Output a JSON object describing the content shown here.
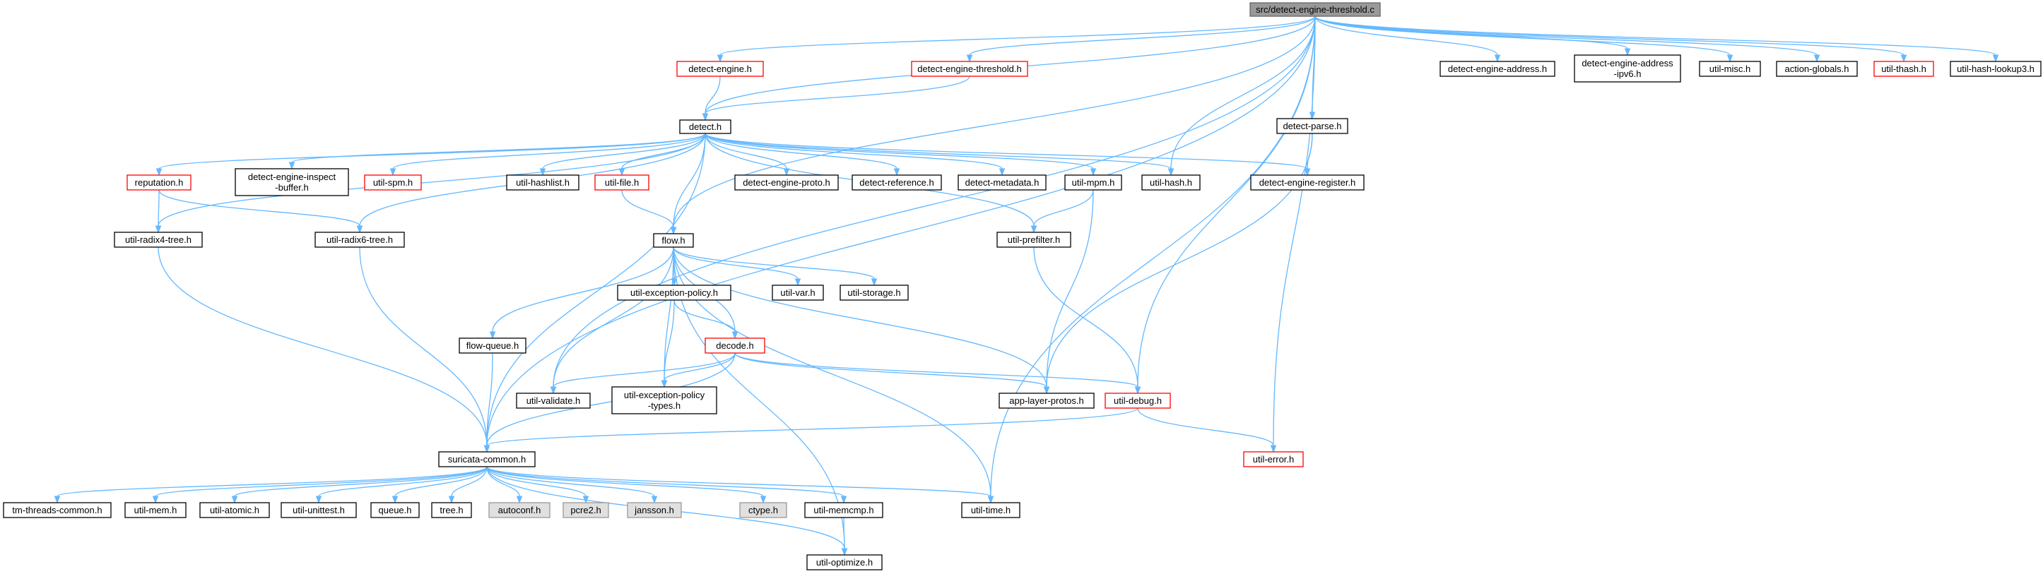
{
  "colors": {
    "edge": "#63b8ff",
    "root_fill": "#999999",
    "root_border": "#666666",
    "normal_border": "#000000",
    "red_border": "#ff0000",
    "missing_fill": "#e0e0e0",
    "missing_border": "#999999"
  },
  "nodes": [
    {
      "id": "root",
      "label": "src/detect-engine-threshold.c",
      "style": "root"
    },
    {
      "id": "detect_engine_h",
      "label": "detect-engine.h",
      "style": "red"
    },
    {
      "id": "detect_engine_threshold_h",
      "label": "detect-engine-threshold.h",
      "style": "red"
    },
    {
      "id": "detect_engine_address_h",
      "label": "detect-engine-address.h",
      "style": "normal"
    },
    {
      "id": "detect_engine_address_ipv6_h",
      "label": "detect-engine-address\n-ipv6.h",
      "style": "normal"
    },
    {
      "id": "util_misc_h",
      "label": "util-misc.h",
      "style": "normal"
    },
    {
      "id": "action_globals_h",
      "label": "action-globals.h",
      "style": "normal"
    },
    {
      "id": "util_thash_h",
      "label": "util-thash.h",
      "style": "red"
    },
    {
      "id": "util_hash_lookup3_h",
      "label": "util-hash-lookup3.h",
      "style": "normal"
    },
    {
      "id": "detect_h",
      "label": "detect.h",
      "style": "normal"
    },
    {
      "id": "detect_parse_h",
      "label": "detect-parse.h",
      "style": "normal"
    },
    {
      "id": "reputation_h",
      "label": "reputation.h",
      "style": "red"
    },
    {
      "id": "detect_engine_inspect_buffer_h",
      "label": "detect-engine-inspect\n-buffer.h",
      "style": "normal"
    },
    {
      "id": "util_spm_h",
      "label": "util-spm.h",
      "style": "red"
    },
    {
      "id": "util_hashlist_h",
      "label": "util-hashlist.h",
      "style": "normal"
    },
    {
      "id": "util_file_h",
      "label": "util-file.h",
      "style": "red"
    },
    {
      "id": "detect_engine_proto_h",
      "label": "detect-engine-proto.h",
      "style": "normal"
    },
    {
      "id": "detect_reference_h",
      "label": "detect-reference.h",
      "style": "normal"
    },
    {
      "id": "detect_metadata_h",
      "label": "detect-metadata.h",
      "style": "normal"
    },
    {
      "id": "util_mpm_h",
      "label": "util-mpm.h",
      "style": "normal"
    },
    {
      "id": "util_hash_h",
      "label": "util-hash.h",
      "style": "normal"
    },
    {
      "id": "detect_engine_register_h",
      "label": "detect-engine-register.h",
      "style": "normal"
    },
    {
      "id": "util_radix4_tree_h",
      "label": "util-radix4-tree.h",
      "style": "normal"
    },
    {
      "id": "util_radix6_tree_h",
      "label": "util-radix6-tree.h",
      "style": "normal"
    },
    {
      "id": "flow_h",
      "label": "flow.h",
      "style": "normal"
    },
    {
      "id": "util_prefilter_h",
      "label": "util-prefilter.h",
      "style": "normal"
    },
    {
      "id": "util_exception_policy_h",
      "label": "util-exception-policy.h",
      "style": "normal"
    },
    {
      "id": "util_var_h",
      "label": "util-var.h",
      "style": "normal"
    },
    {
      "id": "util_storage_h",
      "label": "util-storage.h",
      "style": "normal"
    },
    {
      "id": "flow_queue_h",
      "label": "flow-queue.h",
      "style": "normal"
    },
    {
      "id": "decode_h",
      "label": "decode.h",
      "style": "red"
    },
    {
      "id": "util_validate_h",
      "label": "util-validate.h",
      "style": "normal"
    },
    {
      "id": "util_exception_policy_types_h",
      "label": "util-exception-policy\n-types.h",
      "style": "normal"
    },
    {
      "id": "app_layer_protos_h",
      "label": "app-layer-protos.h",
      "style": "normal"
    },
    {
      "id": "util_debug_h",
      "label": "util-debug.h",
      "style": "red"
    },
    {
      "id": "util_error_h",
      "label": "util-error.h",
      "style": "red"
    },
    {
      "id": "suricata_common_h",
      "label": "suricata-common.h",
      "style": "normal"
    },
    {
      "id": "tm_threads_common_h",
      "label": "tm-threads-common.h",
      "style": "normal"
    },
    {
      "id": "util_mem_h",
      "label": "util-mem.h",
      "style": "normal"
    },
    {
      "id": "util_atomic_h",
      "label": "util-atomic.h",
      "style": "normal"
    },
    {
      "id": "util_unittest_h",
      "label": "util-unittest.h",
      "style": "normal"
    },
    {
      "id": "queue_h",
      "label": "queue.h",
      "style": "normal"
    },
    {
      "id": "tree_h",
      "label": "tree.h",
      "style": "normal"
    },
    {
      "id": "autoconf_h",
      "label": "autoconf.h",
      "style": "missing"
    },
    {
      "id": "pcre2_h",
      "label": "pcre2.h",
      "style": "missing"
    },
    {
      "id": "jansson_h",
      "label": "jansson.h",
      "style": "missing"
    },
    {
      "id": "ctype_h",
      "label": "ctype.h",
      "style": "missing"
    },
    {
      "id": "util_memcmp_h",
      "label": "util-memcmp.h",
      "style": "normal"
    },
    {
      "id": "util_time_h",
      "label": "util-time.h",
      "style": "normal"
    },
    {
      "id": "util_optimize_h",
      "label": "util-optimize.h",
      "style": "normal"
    }
  ],
  "edges": [
    [
      "root",
      "detect_engine_h"
    ],
    [
      "root",
      "detect_engine_threshold_h"
    ],
    [
      "root",
      "detect_engine_address_h"
    ],
    [
      "root",
      "detect_engine_address_ipv6_h"
    ],
    [
      "root",
      "util_misc_h"
    ],
    [
      "root",
      "action_globals_h"
    ],
    [
      "root",
      "util_thash_h"
    ],
    [
      "root",
      "util_hash_lookup3_h"
    ],
    [
      "root",
      "detect_h"
    ],
    [
      "root",
      "detect_parse_h"
    ],
    [
      "root",
      "util_hash_h"
    ],
    [
      "root",
      "util_debug_h"
    ],
    [
      "root",
      "util_error_h"
    ],
    [
      "root",
      "util_time_h"
    ],
    [
      "root",
      "suricata_common_h"
    ],
    [
      "root",
      "util_validate_h"
    ],
    [
      "root",
      "flow_h"
    ],
    [
      "detect_engine_h",
      "detect_h"
    ],
    [
      "detect_engine_threshold_h",
      "detect_h"
    ],
    [
      "detect_h",
      "reputation_h"
    ],
    [
      "detect_h",
      "detect_engine_inspect_buffer_h"
    ],
    [
      "detect_h",
      "util_spm_h"
    ],
    [
      "detect_h",
      "util_hashlist_h"
    ],
    [
      "detect_h",
      "util_file_h"
    ],
    [
      "detect_h",
      "detect_engine_proto_h"
    ],
    [
      "detect_h",
      "detect_reference_h"
    ],
    [
      "detect_h",
      "detect_metadata_h"
    ],
    [
      "detect_h",
      "util_mpm_h"
    ],
    [
      "detect_h",
      "util_hash_h"
    ],
    [
      "detect_h",
      "detect_engine_register_h"
    ],
    [
      "detect_h",
      "util_radix4_tree_h"
    ],
    [
      "detect_h",
      "util_radix6_tree_h"
    ],
    [
      "detect_h",
      "flow_h"
    ],
    [
      "detect_h",
      "util_prefilter_h"
    ],
    [
      "detect_h",
      "suricata_common_h"
    ],
    [
      "detect_parse_h",
      "detect_engine_register_h"
    ],
    [
      "detect_parse_h",
      "app_layer_protos_h"
    ],
    [
      "reputation_h",
      "util_radix4_tree_h"
    ],
    [
      "reputation_h",
      "util_radix6_tree_h"
    ],
    [
      "util_file_h",
      "flow_h"
    ],
    [
      "util_mpm_h",
      "util_prefilter_h"
    ],
    [
      "util_mpm_h",
      "app_layer_protos_h"
    ],
    [
      "util_radix4_tree_h",
      "suricata_common_h"
    ],
    [
      "util_radix6_tree_h",
      "suricata_common_h"
    ],
    [
      "flow_h",
      "util_exception_policy_h"
    ],
    [
      "flow_h",
      "util_var_h"
    ],
    [
      "flow_h",
      "util_storage_h"
    ],
    [
      "flow_h",
      "flow_queue_h"
    ],
    [
      "flow_h",
      "decode_h"
    ],
    [
      "flow_h",
      "util_validate_h"
    ],
    [
      "flow_h",
      "util_exception_policy_types_h"
    ],
    [
      "flow_h",
      "app_layer_protos_h"
    ],
    [
      "flow_h",
      "util_time_h"
    ],
    [
      "flow_h",
      "util_optimize_h"
    ],
    [
      "util_prefilter_h",
      "util_debug_h"
    ],
    [
      "util_exception_policy_h",
      "decode_h"
    ],
    [
      "util_exception_policy_h",
      "util_exception_policy_types_h"
    ],
    [
      "flow_queue_h",
      "suricata_common_h"
    ],
    [
      "decode_h",
      "util_validate_h"
    ],
    [
      "decode_h",
      "util_exception_policy_types_h"
    ],
    [
      "decode_h",
      "app_layer_protos_h"
    ],
    [
      "decode_h",
      "util_debug_h"
    ],
    [
      "decode_h",
      "suricata_common_h"
    ],
    [
      "util_debug_h",
      "util_error_h"
    ],
    [
      "util_debug_h",
      "suricata_common_h"
    ],
    [
      "suricata_common_h",
      "tm_threads_common_h"
    ],
    [
      "suricata_common_h",
      "util_mem_h"
    ],
    [
      "suricata_common_h",
      "util_atomic_h"
    ],
    [
      "suricata_common_h",
      "util_unittest_h"
    ],
    [
      "suricata_common_h",
      "queue_h"
    ],
    [
      "suricata_common_h",
      "tree_h"
    ],
    [
      "suricata_common_h",
      "autoconf_h"
    ],
    [
      "suricata_common_h",
      "pcre2_h"
    ],
    [
      "suricata_common_h",
      "jansson_h"
    ],
    [
      "suricata_common_h",
      "ctype_h"
    ],
    [
      "suricata_common_h",
      "util_memcmp_h"
    ],
    [
      "suricata_common_h",
      "util_time_h"
    ],
    [
      "suricata_common_h",
      "util_optimize_h"
    ],
    [
      "util_memcmp_h",
      "util_optimize_h"
    ]
  ]
}
